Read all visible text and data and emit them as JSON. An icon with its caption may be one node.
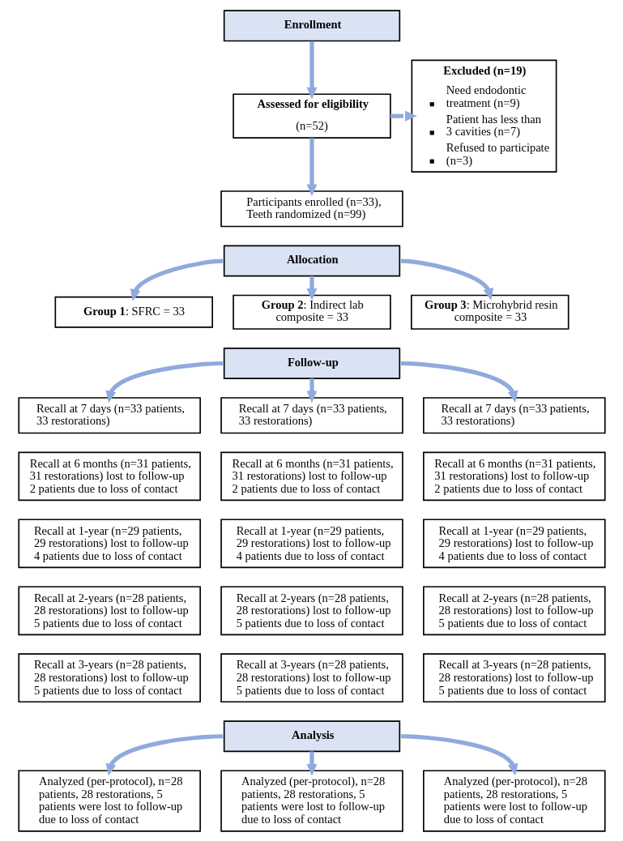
{
  "diagram": {
    "nodes": [
      {
        "text": [
          "Enrollment"
        ]
      },
      {
        "text": [
          "Assessed for eligibility",
          "(n=52)"
        ]
      },
      {
        "text": [
          "Excluded (n=19)",
          "Need endodontic treatment (n=9)",
          "Patient has less than 3 cavities (n=7)",
          "Refused to participate (n=3)"
        ]
      },
      {
        "text": [
          "Participants enrolled (n=33), Teeth randomized (n=99)"
        ]
      },
      {
        "text": [
          "Allocation"
        ]
      },
      {
        "text": [
          "**Group 1**: SFRC = 33"
        ]
      },
      {
        "text": [
          "**Group 2**: Indirect lab composite = 33"
        ]
      },
      {
        "text": [
          "**Group 3**: Microhybrid resin composite = 33"
        ]
      },
      {
        "text": [
          "Follow-up"
        ]
      },
      {
        "text": [
          "Recall at 7 days (n=33 patients, 33 restorations)"
        ]
      },
      {
        "text": [
          "Recall at 7 days (n=33 patients, 33 restorations)"
        ]
      },
      {
        "text": [
          "Recall at 7 days (n=33 patients, 33 restorations)"
        ]
      },
      {
        "text": [
          "Recall at 6 months (n=31 patients, 31 restorations) lost to follow-up 2 patients due to loss of contact"
        ]
      },
      {
        "text": [
          "Recall at 6 months (n=31 patients, 31 restorations) lost to follow-up 2 patients due to loss of contact"
        ]
      },
      {
        "text": [
          "Recall at 6 months (n=31 patients, 31 restorations) lost to follow-up 2 patients due to loss of contact"
        ]
      },
      {
        "text": [
          "Recall at 1-year (n=29 patients, 29 restorations) lost to follow-up 4 patients due to loss of contact"
        ]
      },
      {
        "text": [
          "Recall at 1-year (n=29 patients, 29 restorations) lost to follow-up 4 patients due to loss of contact"
        ]
      },
      {
        "text": [
          "Recall at 1-year (n=29 patients, 29 restorations) lost to follow-up 4 patients due to loss of contact"
        ]
      },
      {
        "text": [
          "Recall at 2-years (n=28 patients, 28 restorations) lost to follow-up 5 patients due to loss of contact"
        ]
      },
      {
        "text": [
          "Recall at 2-years (n=28 patients, 28 restorations) lost to follow-up 5 patients due to loss of contact"
        ]
      },
      {
        "text": [
          "Recall at 2-years (n=28 patients, 28 restorations) lost to follow-up 5 patients due to loss of contact"
        ]
      },
      {
        "text": [
          "Recall at 3-years (n=28 patients, 28 restorations) lost to follow-up 5 patients due to loss of contact"
        ]
      },
      {
        "text": [
          "Recall at 3-years (n=28 patients, 28 restorations) lost to follow-up 5 patients due to loss of contact"
        ]
      },
      {
        "text": [
          "Recall at 3-years (n=28 patients, 28 restorations) lost to follow-up 5 patients due to loss of contact"
        ]
      },
      {
        "text": [
          "Analysis"
        ]
      },
      {
        "text": [
          "Analyzed (per-protocol), n=28 patients, 28 restorations, 5 patients were lost to follow-up due to loss of contact"
        ]
      },
      {
        "text": [
          "Analyzed (per-protocol), n=28 patients, 28 restorations, 5 patients were lost to follow-up due to loss of contact"
        ]
      },
      {
        "text": [
          "Analyzed (per-protocol), n=28 patients, 28 restorations, 5 patients were lost to follow-up due to loss of contact"
        ]
      }
    ],
    "edges": [
      {
        "from": 0,
        "to": 1,
        "arrow": "to"
      },
      {
        "from": 1,
        "to": 2,
        "arrow": "to"
      },
      {
        "from": 1,
        "to": 3,
        "arrow": "to"
      },
      {
        "from": 4,
        "to": 5,
        "arrow": "to"
      },
      {
        "from": 4,
        "to": 6,
        "arrow": "to"
      },
      {
        "from": 4,
        "to": 7,
        "arrow": "to"
      },
      {
        "from": 8,
        "to": 9,
        "arrow": "to"
      },
      {
        "from": 8,
        "to": 10,
        "arrow": "to"
      },
      {
        "from": 8,
        "to": 11,
        "arrow": "to"
      },
      {
        "from": 24,
        "to": 25,
        "arrow": "to"
      },
      {
        "from": 24,
        "to": 26,
        "arrow": "to"
      },
      {
        "from": 24,
        "to": 27,
        "arrow": "to"
      }
    ]
  }
}
